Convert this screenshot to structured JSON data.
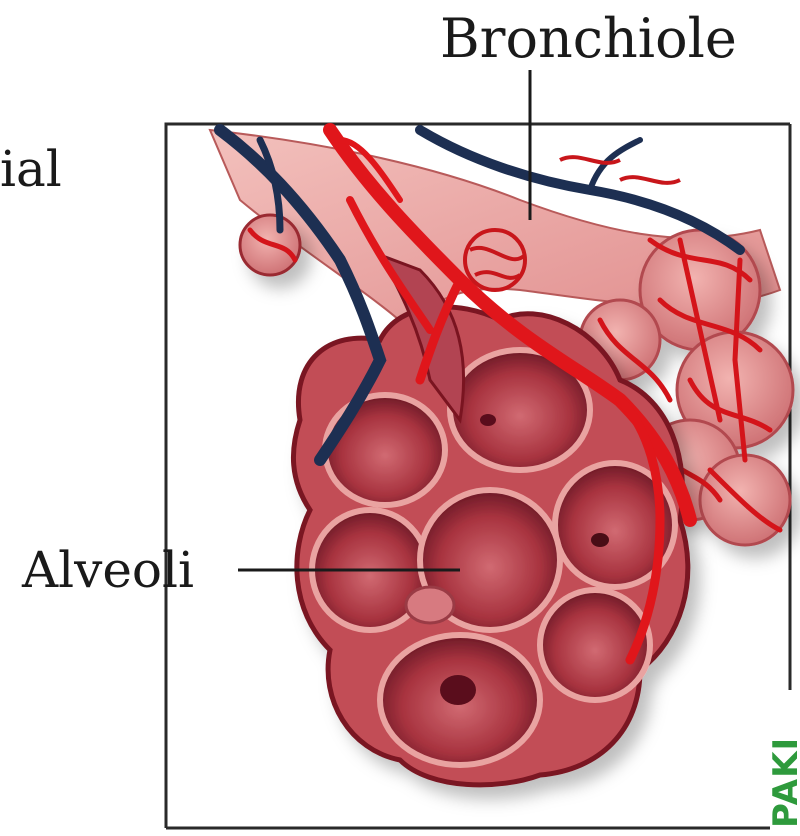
{
  "labels": {
    "bronchiole": "Bronchiole",
    "alveoli": "Alveoli",
    "cut_text": "ial"
  },
  "watermark": {
    "text": "PAKI",
    "color": "#2e9a3c"
  },
  "colors": {
    "artery": "#e0161b",
    "vein": "#1d2f52",
    "tissue": "#c25a5e",
    "cavity": "#8f2430",
    "frame": "#2a2a2a"
  }
}
